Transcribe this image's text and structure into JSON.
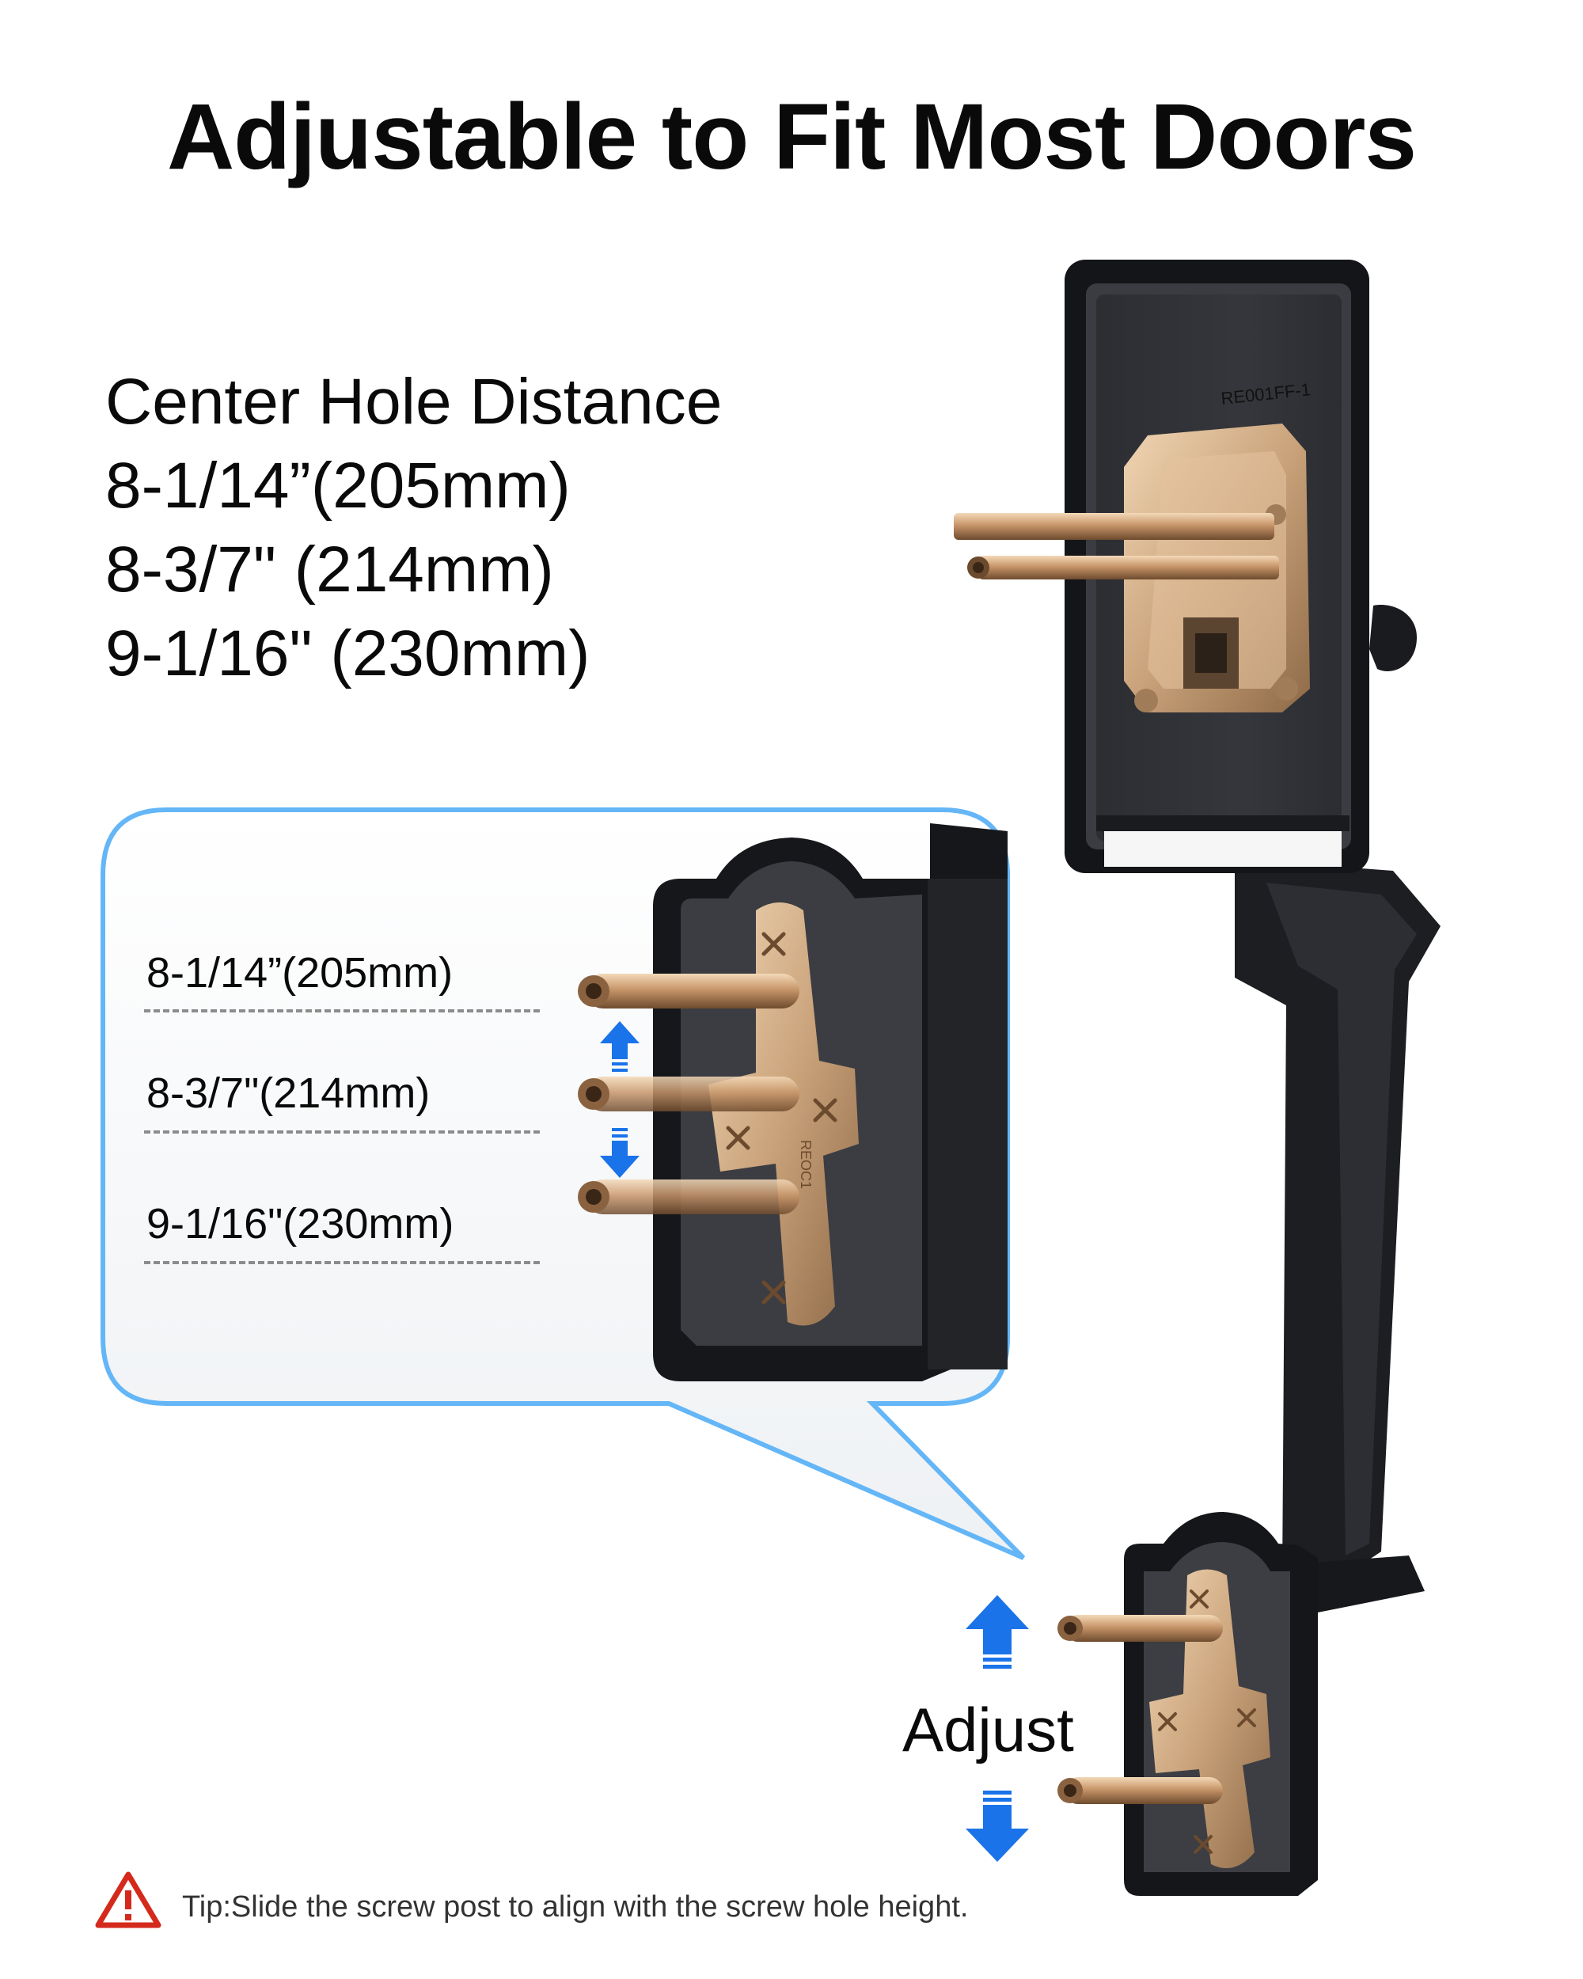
{
  "headline": "Adjustable to Fit Most Doors",
  "spec_block": {
    "heading": "Center Hole Distance",
    "lines": [
      "8-1/14”(205mm)",
      "8-3/7\" (214mm)",
      "9-1/16\" (230mm)"
    ]
  },
  "callout": {
    "labels": [
      "8-1/14”(205mm)",
      "8-3/7\"(214mm)",
      "9-1/16\"(230mm)"
    ]
  },
  "product": {
    "model_code": "RE001FF-1",
    "plate_mark": "REOC1"
  },
  "adjust_label": "Adjust",
  "tip": {
    "text": "Tip:Slide the screw post to align with the screw hole height."
  },
  "colors": {
    "accent_blue": "#1a73e8",
    "warning_red": "#d42a1c",
    "hardware_black": "#1c1d20",
    "brass": "#c9a27a"
  },
  "icons": [
    "warning-triangle-icon",
    "arrow-up-icon",
    "arrow-down-icon"
  ]
}
